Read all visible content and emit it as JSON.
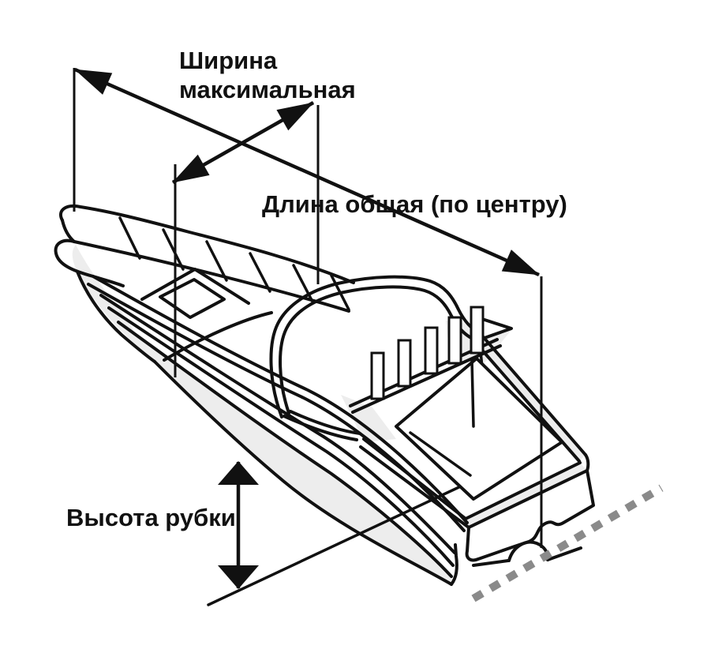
{
  "diagram": {
    "subject": "boat-cover-dimensions-line-drawing",
    "labels": {
      "width_line1": "Ширина",
      "width_line2": "максимальная",
      "length": "Длина общая (по центру)",
      "height": "Высота рубки"
    },
    "colors": {
      "background": "#ffffff",
      "line": "#111111",
      "text": "#111111",
      "shade": "#ededed",
      "dotted_line": "#8a8a8a",
      "fill_white": "#ffffff"
    }
  }
}
